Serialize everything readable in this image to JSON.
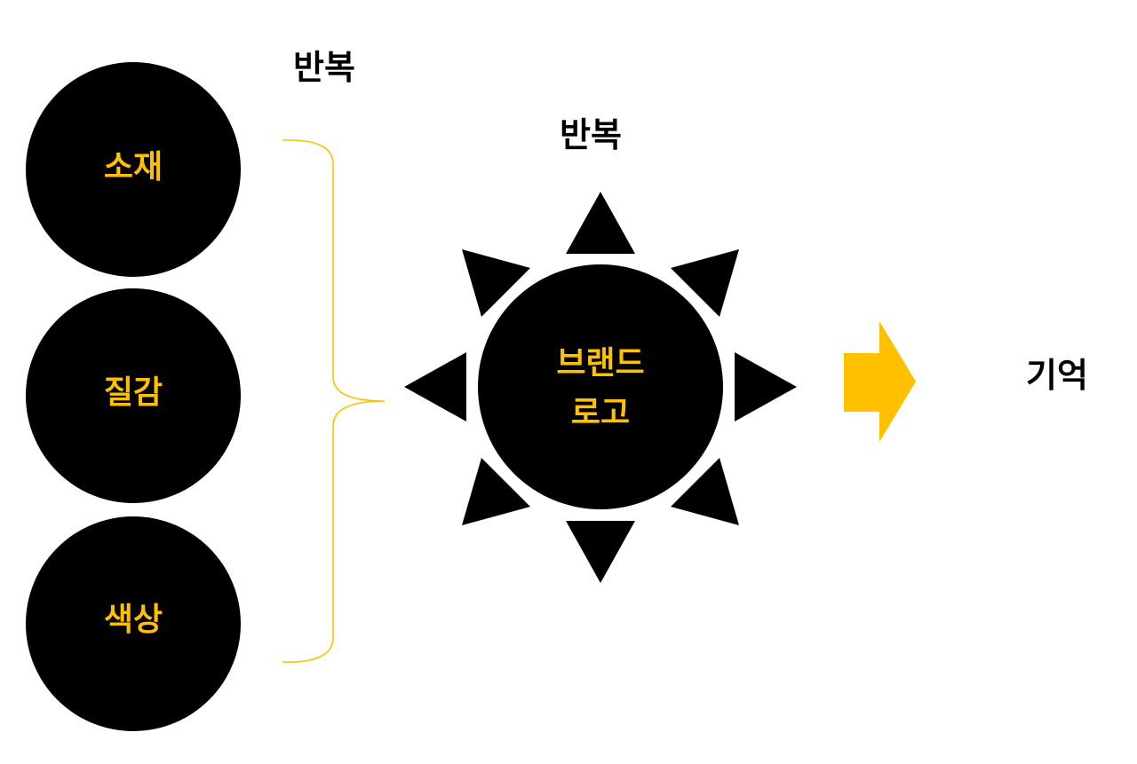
{
  "colors": {
    "shape_fill": "#000000",
    "accent": "#FFC000",
    "text_dark": "#000000",
    "background": "#FFFFFF"
  },
  "repeat_label_top": "반복",
  "repeat_label_sun": "반복",
  "elements": [
    {
      "label": "소재"
    },
    {
      "label": "질감"
    },
    {
      "label": "색상"
    }
  ],
  "brand_logo": {
    "line1": "브랜드",
    "line2": "로고"
  },
  "arrow_icon": "right-arrow-icon",
  "bracket_icon": "curly-brace-icon",
  "result_label": "기억"
}
